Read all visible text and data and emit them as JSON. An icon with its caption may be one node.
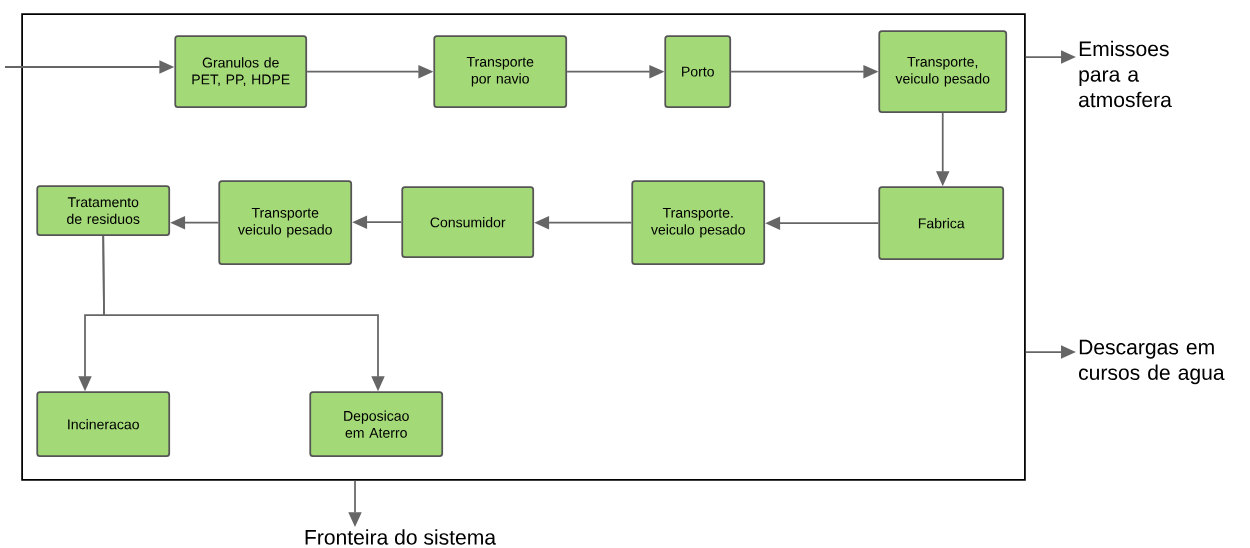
{
  "diagram": {
    "nodes": [
      {
        "text": [],
        "shape": "box"
      },
      {
        "text": [
          "Granulos de PET, PP, HDPE"
        ],
        "in": 0
      },
      {
        "text": [
          "Transporte por navio"
        ],
        "in": 0
      },
      {
        "text": [
          "Porto"
        ],
        "in": 0
      },
      {
        "text": [
          "Transporte, veiculo pesado"
        ],
        "in": 0
      },
      {
        "text": [
          "Fabrica"
        ],
        "in": 0
      },
      {
        "text": [
          "Transporte. veiculo pesado"
        ],
        "in": 0
      },
      {
        "text": [
          "Consumidor"
        ],
        "in": 0
      },
      {
        "text": [
          "Transporte veiculo pesado"
        ],
        "in": 0
      },
      {
        "text": [
          "Tratamento de residuos"
        ],
        "in": 0
      },
      {
        "text": [
          "Incineracao"
        ],
        "in": 0
      },
      {
        "text": [
          "Deposicao em Aterro"
        ],
        "in": 0
      },
      {
        "text": [
          "Emissoes para a atmosfera"
        ]
      },
      {
        "text": [
          "Descargas em cursos de agua"
        ]
      },
      {
        "text": [
          "Fronteira do sistema"
        ]
      }
    ],
    "edges": [
      {
        "from": null,
        "to": 1,
        "arrow": "to"
      },
      {
        "from": 1,
        "to": 2,
        "arrow": "to"
      },
      {
        "from": 2,
        "to": 3,
        "arrow": "to"
      },
      {
        "from": 3,
        "to": 4,
        "arrow": "to"
      },
      {
        "from": 4,
        "to": 5,
        "arrow": "to"
      },
      {
        "from": 5,
        "to": 6,
        "arrow": "to"
      },
      {
        "from": 6,
        "to": 7,
        "arrow": "to"
      },
      {
        "from": 7,
        "to": 8,
        "arrow": "to"
      },
      {
        "from": 8,
        "to": 9,
        "arrow": "to"
      },
      {
        "from": 9,
        "to": 10,
        "arrow": "to"
      },
      {
        "from": 9,
        "to": 11,
        "arrow": "to"
      },
      {
        "from": 0,
        "to": 12,
        "arrow": "to"
      },
      {
        "from": 0,
        "to": 13,
        "arrow": "to"
      },
      {
        "from": 0,
        "to": 14,
        "arrow": "to"
      }
    ]
  }
}
